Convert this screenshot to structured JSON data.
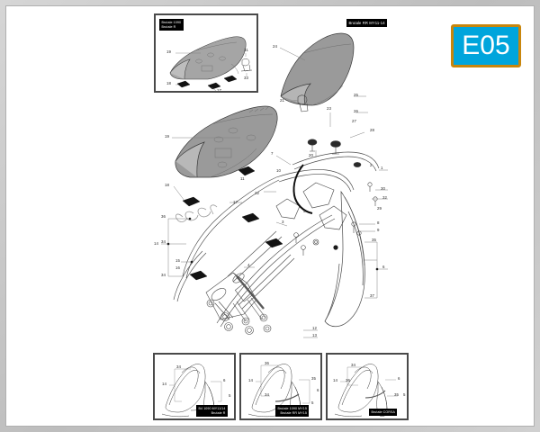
{
  "badge": {
    "label": "E05",
    "bg_color": "#00a5dc",
    "border_color": "#c8860d",
    "text_color": "#ffffff"
  },
  "page": {
    "frame_color": "#c9c9c9",
    "canvas_color": "#ffffff"
  },
  "diagram": {
    "title": "Rear frame / seat assembly exploded view",
    "line_color": "#4a4a4a",
    "seat_fill": "#9a9a9a"
  },
  "insets": [
    {
      "id": "top-left",
      "tag_lines": [
        "Brutale 1090",
        "Brutale R"
      ],
      "callouts": [
        "19",
        "18",
        "17",
        "31",
        "33"
      ]
    },
    {
      "id": "bottom-left",
      "tag_lines": [
        "B4 1090 MY11/14",
        "Brutale R"
      ],
      "callouts": [
        "34",
        "14",
        "6",
        "5"
      ]
    },
    {
      "id": "bottom-center",
      "tag_lines": [
        "Brutale 1090 MY15",
        "Brutale RR MY15"
      ],
      "callouts": [
        "36",
        "14",
        "34",
        "35",
        "6",
        "5"
      ]
    },
    {
      "id": "bottom-right",
      "tag_lines": [
        "Brutale CORSA"
      ],
      "callouts": [
        "34",
        "14",
        "36",
        "6",
        "35",
        "5"
      ]
    }
  ],
  "top_right_tag": {
    "lines": [
      "Brutale RR MY11-14"
    ]
  },
  "main_callouts": [
    "1",
    "2",
    "3",
    "4",
    "5",
    "6",
    "7",
    "8",
    "9",
    "10",
    "11",
    "12",
    "13",
    "14",
    "15",
    "16",
    "17",
    "18",
    "19",
    "20",
    "21",
    "22",
    "23",
    "24",
    "25",
    "26",
    "27",
    "28",
    "29",
    "30",
    "31",
    "32",
    "33",
    "34",
    "35",
    "36",
    "37"
  ]
}
